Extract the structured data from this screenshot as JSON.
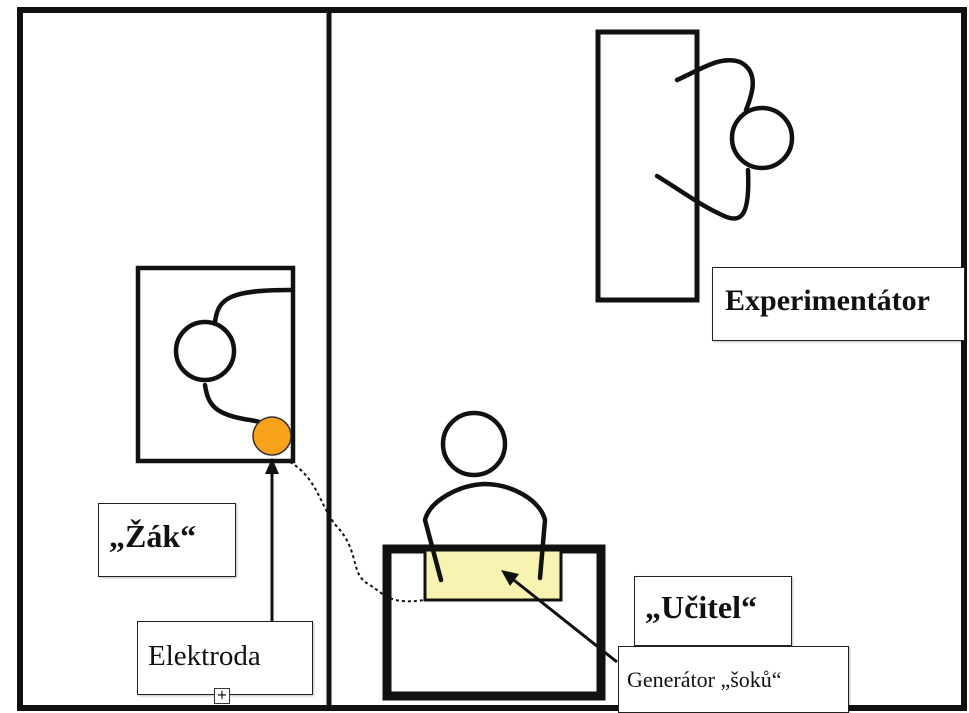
{
  "labels": {
    "experimentator": "Experimentátor",
    "zak": "„Žák“",
    "ucitel": "„Učitel“",
    "elektroda": "Elektroda",
    "generator": "Generátor „šoků“"
  },
  "colors": {
    "electrode": "#f7a21a",
    "generator_panel": "#f8f3b0",
    "line": "#111111"
  },
  "icons": {
    "resize_handle": "plus-box-icon"
  }
}
